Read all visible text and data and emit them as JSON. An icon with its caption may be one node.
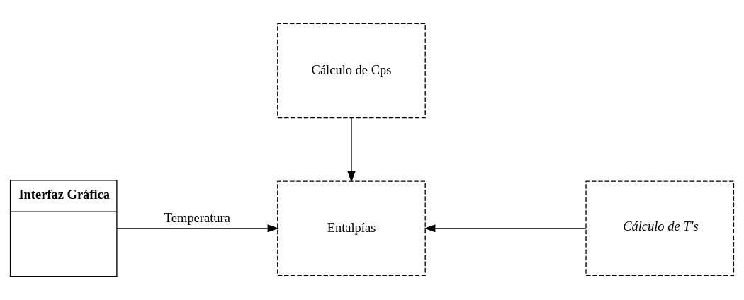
{
  "diagram": {
    "nodes": [
      {
        "text": [
          "Cálculo de Cps"
        ]
      },
      {
        "text": [
          "Interfaz Gráfica"
        ]
      },
      {
        "text": [
          "Entalpías"
        ]
      },
      {
        "text": [
          "Cálculo de T's"
        ]
      }
    ],
    "edges": [
      {
        "from": 0,
        "to": 2,
        "arrow": "to"
      },
      {
        "from": 1,
        "to": 2,
        "arrow": "to",
        "label": "Temperatura"
      },
      {
        "from": 3,
        "to": 2,
        "arrow": "to"
      }
    ]
  }
}
